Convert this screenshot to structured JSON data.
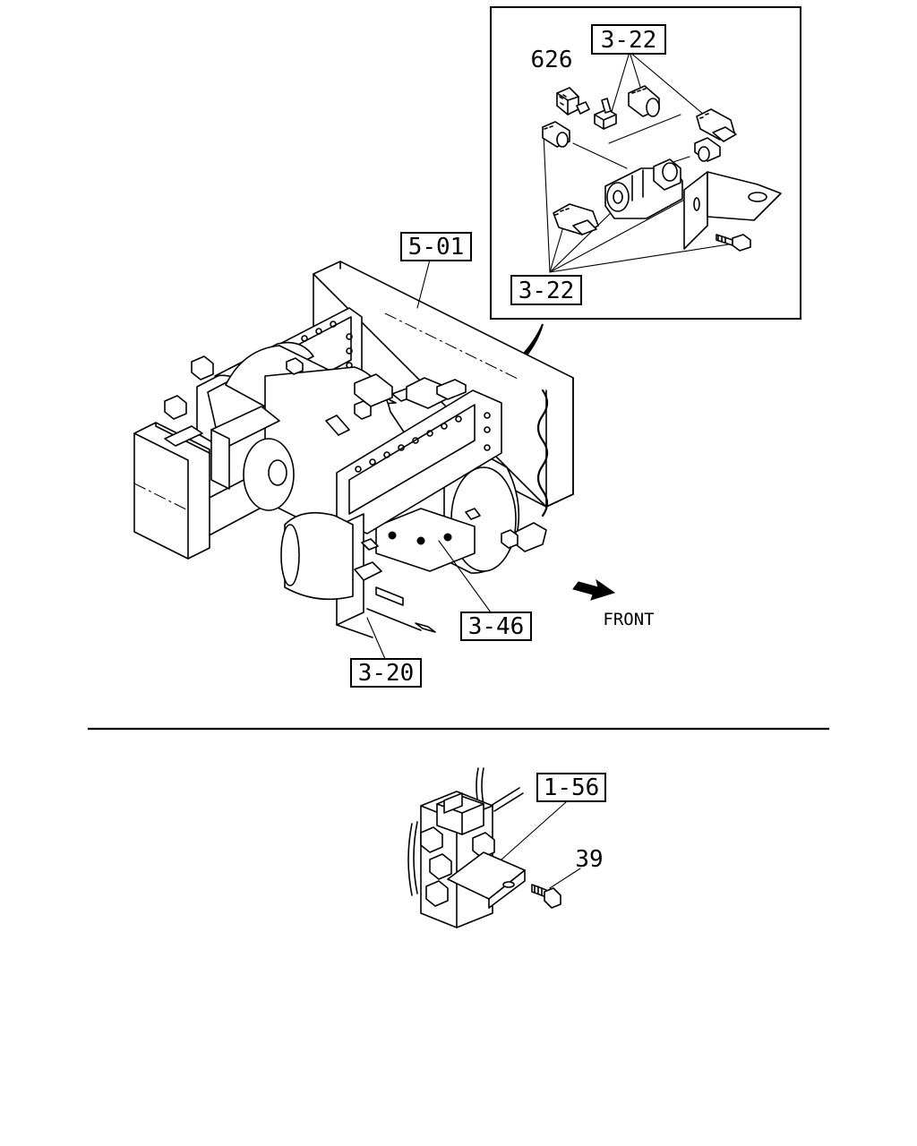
{
  "callouts": {
    "c_3_22_top": "3-22",
    "c_626": "626",
    "c_3_22_bottom": "3-22",
    "c_5_01": "5-01",
    "c_3_46": "3-46",
    "c_3_20": "3-20",
    "c_1_56": "1-56",
    "c_39": "39"
  },
  "direction_label": "FRONT"
}
